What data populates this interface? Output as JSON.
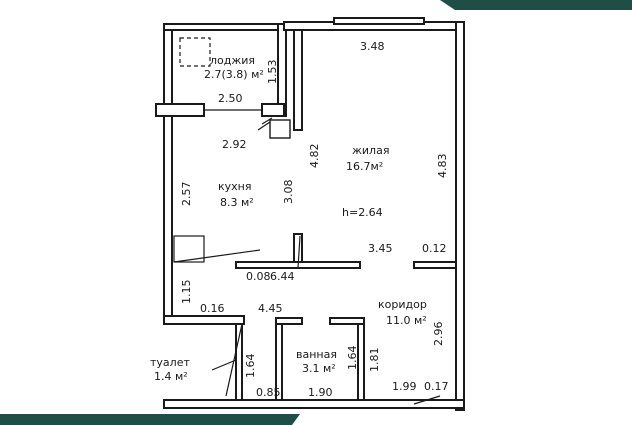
{
  "plan": {
    "rooms": {
      "loggia": {
        "name": "лоджия",
        "area": "2.7(3.8) м²"
      },
      "living": {
        "name": "жилая",
        "area": "16.7м²",
        "height": "h=2.64"
      },
      "kitchen": {
        "name": "кухня",
        "area": "8.3 м²"
      },
      "corridor": {
        "name": "коридор",
        "area": "11.0 м²"
      },
      "bathroom": {
        "name": "ванная",
        "area": "3.1 м²"
      },
      "toilet": {
        "name": "туалет",
        "area": "1.4 м²"
      }
    },
    "dimensions": {
      "d_153": "1.53",
      "d_348": "3.48",
      "d_250": "2.50",
      "d_292": "2.92",
      "d_482": "4.82",
      "d_483": "4.83",
      "d_257": "2.57",
      "d_308": "3.08",
      "d_345": "3.45",
      "d_012": "0.12",
      "d_008": "0.08",
      "d_644": "6.44",
      "d_115": "1.15",
      "d_016": "0.16",
      "d_445": "4.45",
      "d_296": "2.96",
      "d_164a": "1.64",
      "d_164b": "1.64",
      "d_181": "1.81",
      "d_085": "0.85",
      "d_190": "1.90",
      "d_199": "1.99",
      "d_017": "0.17"
    },
    "colors": {
      "ink": "#1a1a1a",
      "banner": "#1f4e46"
    }
  }
}
